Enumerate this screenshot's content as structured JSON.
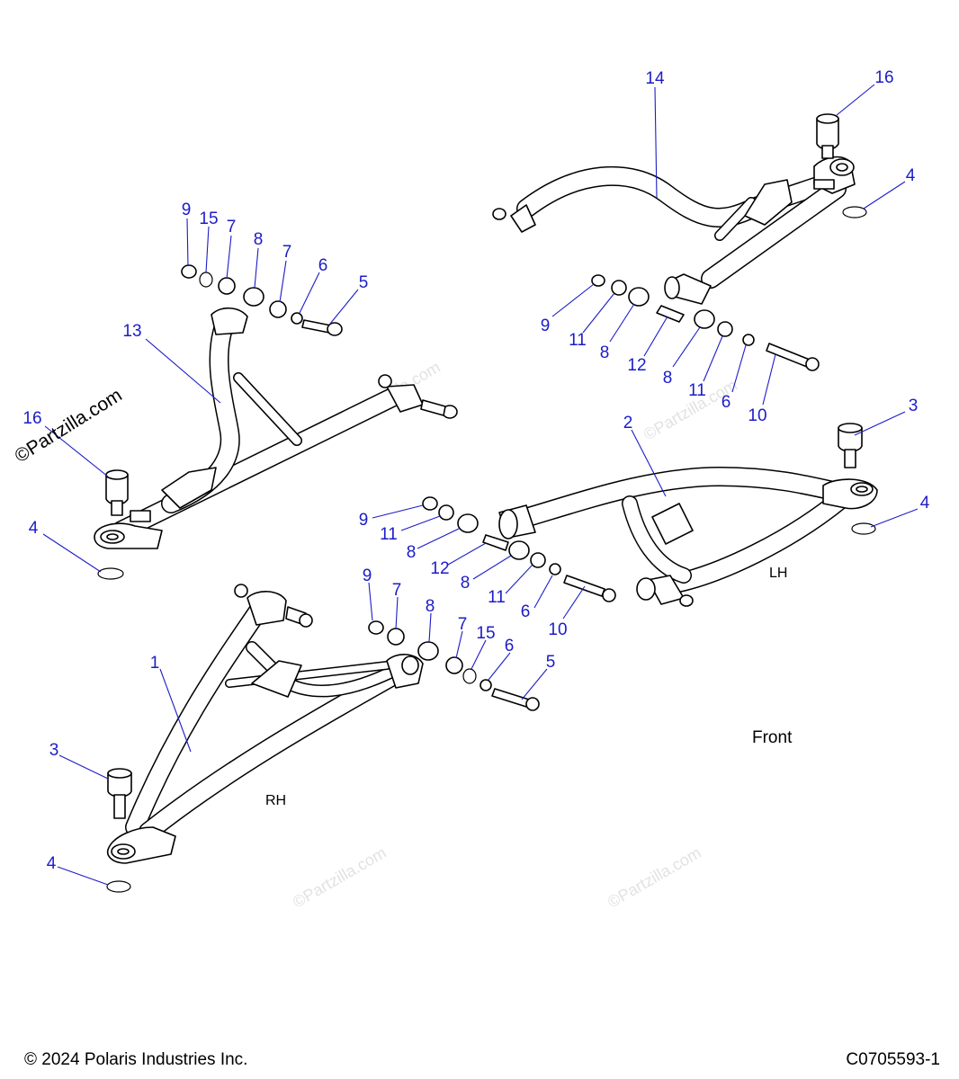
{
  "callouts": [
    {
      "label": "1"
    },
    {
      "label": "2"
    },
    {
      "label": "3"
    },
    {
      "label": "3"
    },
    {
      "label": "4"
    },
    {
      "label": "4"
    },
    {
      "label": "4"
    },
    {
      "label": "4"
    },
    {
      "label": "5"
    },
    {
      "label": "5"
    },
    {
      "label": "6"
    },
    {
      "label": "6"
    },
    {
      "label": "6"
    },
    {
      "label": "7"
    },
    {
      "label": "7"
    },
    {
      "label": "7"
    },
    {
      "label": "7"
    },
    {
      "label": "8"
    },
    {
      "label": "8"
    },
    {
      "label": "8"
    },
    {
      "label": "8"
    },
    {
      "label": "8"
    },
    {
      "label": "8"
    },
    {
      "label": "9"
    },
    {
      "label": "9"
    },
    {
      "label": "9"
    },
    {
      "label": "9"
    },
    {
      "label": "10"
    },
    {
      "label": "10"
    },
    {
      "label": "11"
    },
    {
      "label": "11"
    },
    {
      "label": "11"
    },
    {
      "label": "11"
    },
    {
      "label": "12"
    },
    {
      "label": "12"
    },
    {
      "label": "13"
    },
    {
      "label": "14"
    },
    {
      "label": "15"
    },
    {
      "label": "15"
    },
    {
      "label": "16"
    },
    {
      "label": "16"
    }
  ],
  "labels": {
    "lh": "LH",
    "rh": "RH",
    "front": "Front"
  },
  "watermark": "©Partzilla.com",
  "footer": {
    "copyright": "© 2024 Polaris Industries Inc.",
    "code": "C0705593-1"
  }
}
